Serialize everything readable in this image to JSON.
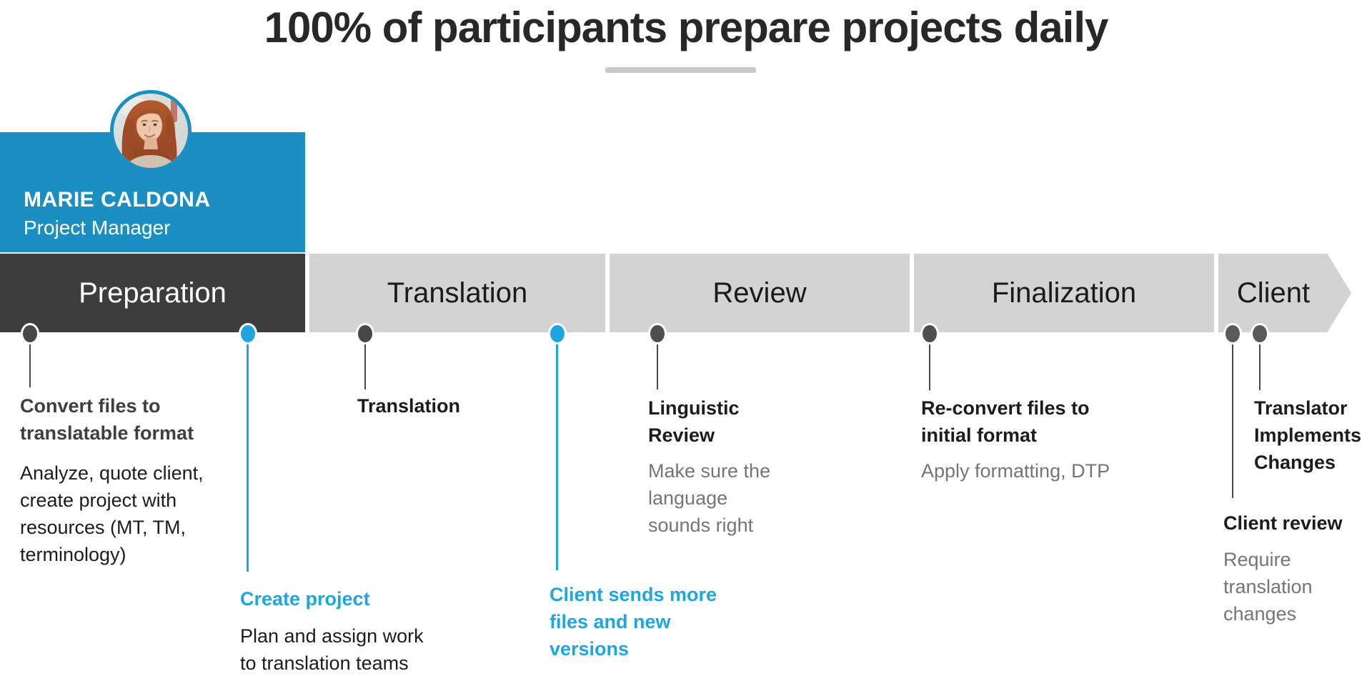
{
  "slide": {
    "title": "100% of participants prepare projects daily"
  },
  "person": {
    "name": "MARIE CALDONA",
    "role": "Project Manager",
    "avatar": "woman-portrait-photo"
  },
  "stages": [
    {
      "label": "Preparation"
    },
    {
      "label": "Translation"
    },
    {
      "label": "Review"
    },
    {
      "label": "Finalization"
    },
    {
      "label": "Client"
    }
  ],
  "milestones": [
    {
      "id": "convert-files",
      "title": "Convert files to translatable format",
      "body": "Analyze, quote client, create project with resources (MT, TM, terminology)"
    },
    {
      "id": "create-project",
      "title": "Create project",
      "body": "Plan and assign work to translation teams"
    },
    {
      "id": "translation",
      "title": "Translation",
      "body": ""
    },
    {
      "id": "client-sends-more",
      "title": "Client sends more files and new versions",
      "body": ""
    },
    {
      "id": "linguistic-review",
      "title": "Linguistic Review",
      "body": "Make sure the language sounds right"
    },
    {
      "id": "reconvert-files",
      "title": "Re-convert files to initial format",
      "body": "Apply formatting, DTP"
    },
    {
      "id": "translator-implements",
      "title": "Translator Implements Changes",
      "body": ""
    },
    {
      "id": "client-review",
      "title": "Client review",
      "body": "Require translation changes"
    }
  ],
  "colors": {
    "accent_blue": "#1FA6E0",
    "card_blue": "#1B8FC1",
    "bar_dark": "#3D3D3D",
    "bar_light": "#D3D3D3",
    "text_dark": "#1C1C1C",
    "text_gray": "#757575",
    "title_underline": "#C9C9C9"
  }
}
